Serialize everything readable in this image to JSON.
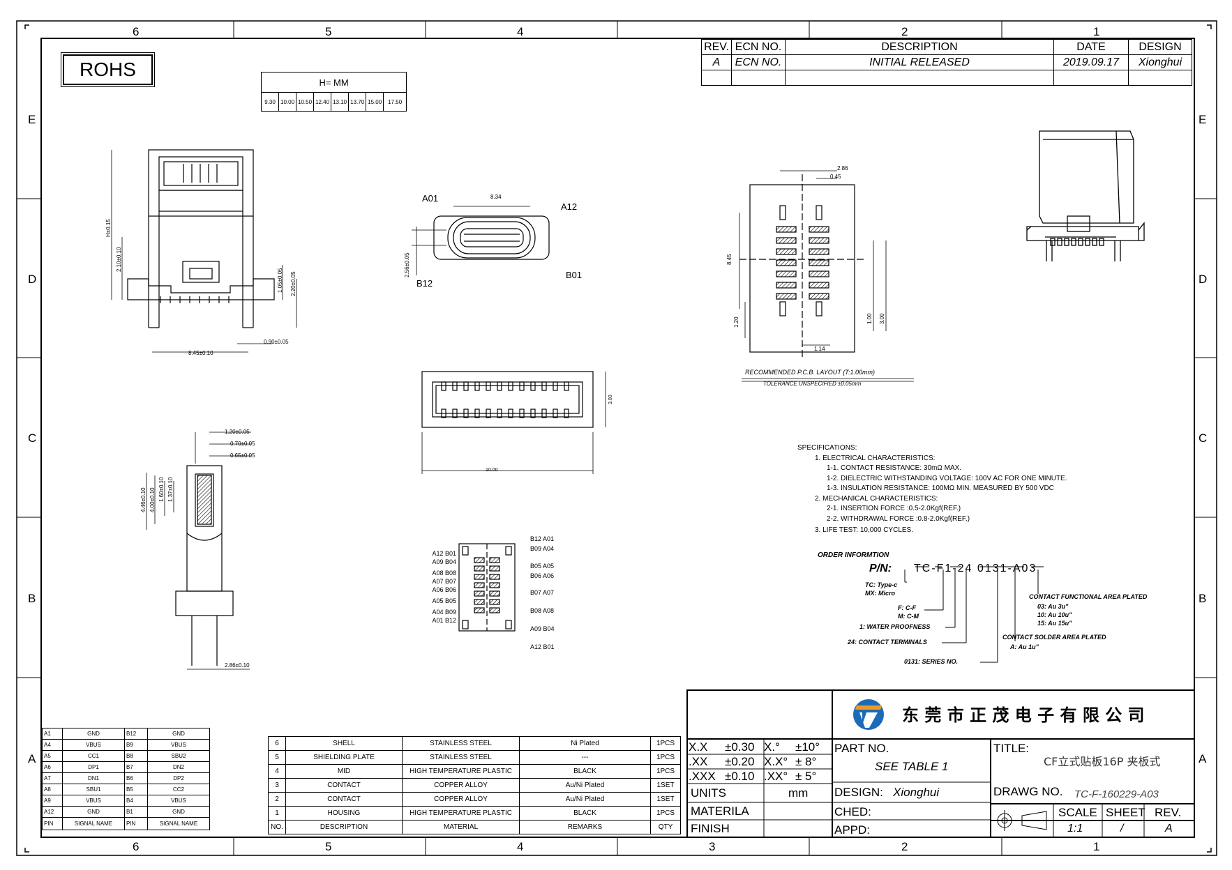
{
  "frame": {
    "col_labels": [
      "6",
      "5",
      "4",
      "3",
      "2",
      "1"
    ],
    "row_labels": [
      "E",
      "D",
      "C",
      "B",
      "A"
    ]
  },
  "rohs": "ROHS",
  "h_table": {
    "title": "H=   MM",
    "values": [
      "9.30",
      "10.00",
      "10.50",
      "12.40",
      "13.10",
      "13.70",
      "15.00",
      "17.50"
    ]
  },
  "revision": {
    "headers": {
      "rev": "REV.",
      "ecn": "ECN NO.",
      "desc": "DESCRIPTION",
      "date": "DATE",
      "design": "DESIGN"
    },
    "row": {
      "rev": "A",
      "ecn": "ECN NO.",
      "desc": "INITIAL RELEASED",
      "date": "2019.09.17",
      "design": "Xionghui"
    }
  },
  "view_labels": {
    "a01": "A01",
    "a12": "A12",
    "b12": "B12",
    "b01": "B01",
    "dim_834": "8.34",
    "dim_845": "8.45±0.10",
    "dim_090": "0.90±0.05",
    "dim_256": "2.56±0.05",
    "dim_h": "H±0.15",
    "dim_210": "2.10±0.10",
    "dim_105": "1.05±0.05",
    "dim_220": "2.20±0.05",
    "dim_1000": "10.00",
    "dim_300": "3.00",
    "dim_120": "1.20±0.05",
    "dim_070": "0.70±0.05",
    "dim_065": "0.65±0.05",
    "dim_446": "4.46±0.10",
    "dim_400": "4.00±0.10",
    "dim_160": "1.60±0.10",
    "dim_137": "1.37±0.10",
    "dim_286": "2.86±0.10",
    "pcb_286": "2.86",
    "pcb_045": "0.45",
    "pcb_845": "8.45",
    "pcb_120": "1.20",
    "pcb_100": "1.00",
    "pcb_300": "3.00",
    "pcb_114": "1.14",
    "pcb_caption": "RECOMMENDED  P.C.B. LAYOUT (T:1.00mm)",
    "pcb_tolerance": "TOLERANCE UNSPECIFIED ±0.05mm"
  },
  "pin_diagram": {
    "left": [
      "A12  B01",
      "A09  B04",
      "A08  B08",
      "A07  B07",
      "A06  B06",
      "A05  B05",
      "A04  B09",
      "A01  B12"
    ],
    "right": [
      "B12  A01",
      "B09  A04",
      "B05  A05",
      "B06  A06",
      "B07  A07",
      "B08  A08",
      "A09  B04",
      "A12  B01"
    ]
  },
  "specifications": {
    "title": "SPECIFICATIONS:",
    "lines": [
      "1. ELECTRICAL CHARACTERISTICS:",
      "1-1. CONTACT RESISTANCE: 30mΩ MAX.",
      "1-2. DIELECTRIC WITHSTANDING VOLTAGE: 100V AC FOR ONE MINUTE.",
      "1-3. INSULATION RESISTANCE: 100MΩ MIN. MEASURED BY 500 VDC",
      "2. MECHANICAL CHARACTERISTICS:",
      "2-1. INSERTION FORCE :0.5-2.0Kgf(REF.)",
      "2-2. WITHDRAWAL FORCE :0.8-2.0Kgf(REF.)",
      "3. LIFE TEST: 10,000 CYCLES."
    ]
  },
  "ordering": {
    "title": "ORDER INFORMTION",
    "pn_label": "P/N:",
    "pn": "TC-F1-24 0131-A03",
    "tc": "TC: Type-c",
    "mx": "MX: Micro",
    "fc": "F: C-F",
    "mc": "M: C-M",
    "water": "1:  WATER  PROOFNESS",
    "terminals": "24:  CONTACT  TERMINALS",
    "series": "0131:  SERIES  NO.",
    "func_title": "CONTACT  FUNCTIONAL  AREA  PLATED",
    "func_lines": [
      "03:  Au  3u\"",
      "10:  Au  10u\"",
      "15:  Au  15u\""
    ],
    "solder_title": "CONTACT  SOLDER  AREA  PLATED",
    "solder_line": "A:  Au  1u\""
  },
  "signal_table": {
    "rows": [
      [
        "A1",
        "GND",
        "B12",
        "GND"
      ],
      [
        "A4",
        "VBUS",
        "B9",
        "VBUS"
      ],
      [
        "A5",
        "CC1",
        "B8",
        "SBU2"
      ],
      [
        "A6",
        "DP1",
        "B7",
        "DN2"
      ],
      [
        "A7",
        "DN1",
        "B6",
        "DP2"
      ],
      [
        "A8",
        "SBU1",
        "B5",
        "CC2"
      ],
      [
        "A9",
        "VBUS",
        "B4",
        "VBUS"
      ],
      [
        "A12",
        "GND",
        "B1",
        "GND"
      ]
    ],
    "footer": [
      "PIN",
      "SIGNAL NAME",
      "PIN",
      "SIGNAL NAME"
    ]
  },
  "bom": {
    "rows": [
      [
        "6",
        "SHELL",
        "STAINLESS STEEL",
        "Ni Plated",
        "1PCS"
      ],
      [
        "5",
        "SHIELDING PLATE",
        "STAINLESS STEEL",
        "---",
        "1PCS"
      ],
      [
        "4",
        "MID",
        "HIGH TEMPERATURE PLASTIC",
        "BLACK",
        "1PCS"
      ],
      [
        "3",
        "CONTACT",
        "COPPER ALLOY",
        "Au/Ni Plated",
        "1SET"
      ],
      [
        "2",
        "CONTACT",
        "COPPER ALLOY",
        "Au/Ni Plated",
        "1SET"
      ],
      [
        "1",
        "HOUSING",
        "HIGH TEMPERATURE PLASTIC",
        "BLACK",
        "1PCS"
      ]
    ],
    "footer": [
      "NO.",
      "DESCRIPTION",
      "MATERIAL",
      "REMARKS",
      "QTY"
    ]
  },
  "title_block": {
    "tolerances": [
      [
        "X.X",
        "±0.30",
        "X.°",
        "±10°"
      ],
      [
        ".XX",
        "±0.20",
        "X.X°",
        "±  8°"
      ],
      [
        ".XXX",
        "±0.10",
        ".XX°",
        "±  5°"
      ]
    ],
    "units_label": "UNITS",
    "units_value": "mm",
    "material_label": "MATERILA",
    "finish_label": "FINISH",
    "company": "东 莞 市 正 茂 电 子 有 限 公 司",
    "part_no_label": "PART  NO.",
    "part_no_value": "SEE  TABLE  1",
    "title_label": "TITLE:",
    "title_value": "CF立式贴板16P 夹板式",
    "design_label": "DESIGN:",
    "design_value": "Xionghui",
    "drawg_label": "DRAWG  NO.",
    "drawg_value": "TC-F-160229-A03",
    "ched_label": "CHED:",
    "appd_label": "APPD:",
    "scale_label": "SCALE",
    "scale_value": "1:1",
    "sheet_label": "SHEET",
    "sheet_value": "/",
    "rev_label": "REV.",
    "rev_value": "A"
  }
}
